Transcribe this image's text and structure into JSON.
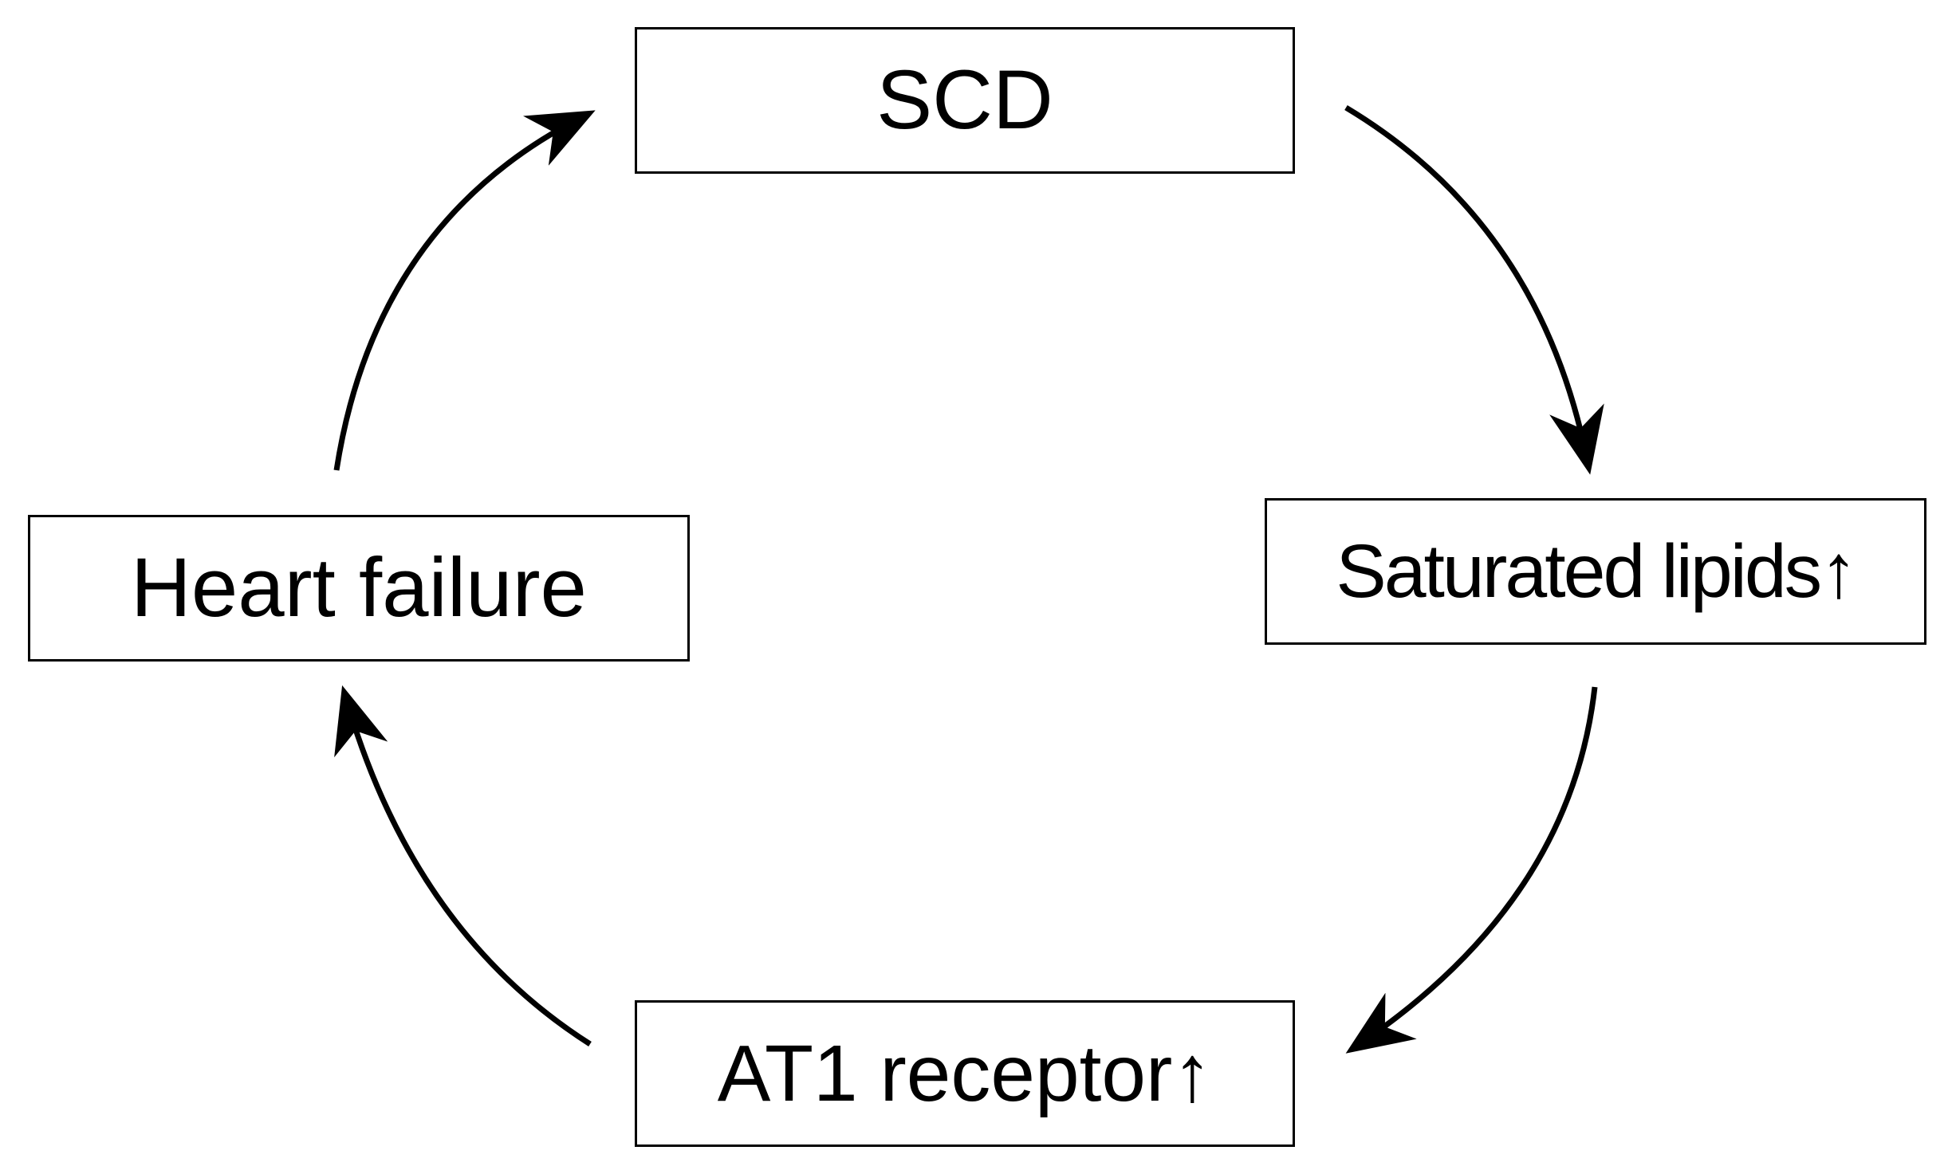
{
  "diagram": {
    "nodes": {
      "scd": "SCD",
      "saturated_lipids": "Saturated lipids↑",
      "at1_receptor": "AT1 receptor↑",
      "heart_failure": "Heart failure"
    },
    "edges": [
      {
        "from": "SCD",
        "to": "Saturated lipids↑"
      },
      {
        "from": "Saturated lipids↑",
        "to": "AT1 receptor↑"
      },
      {
        "from": "AT1 receptor↑",
        "to": "Heart failure"
      },
      {
        "from": "Heart failure",
        "to": "SCD"
      }
    ],
    "colors": {
      "stroke": "#000000",
      "background": "#ffffff"
    }
  }
}
